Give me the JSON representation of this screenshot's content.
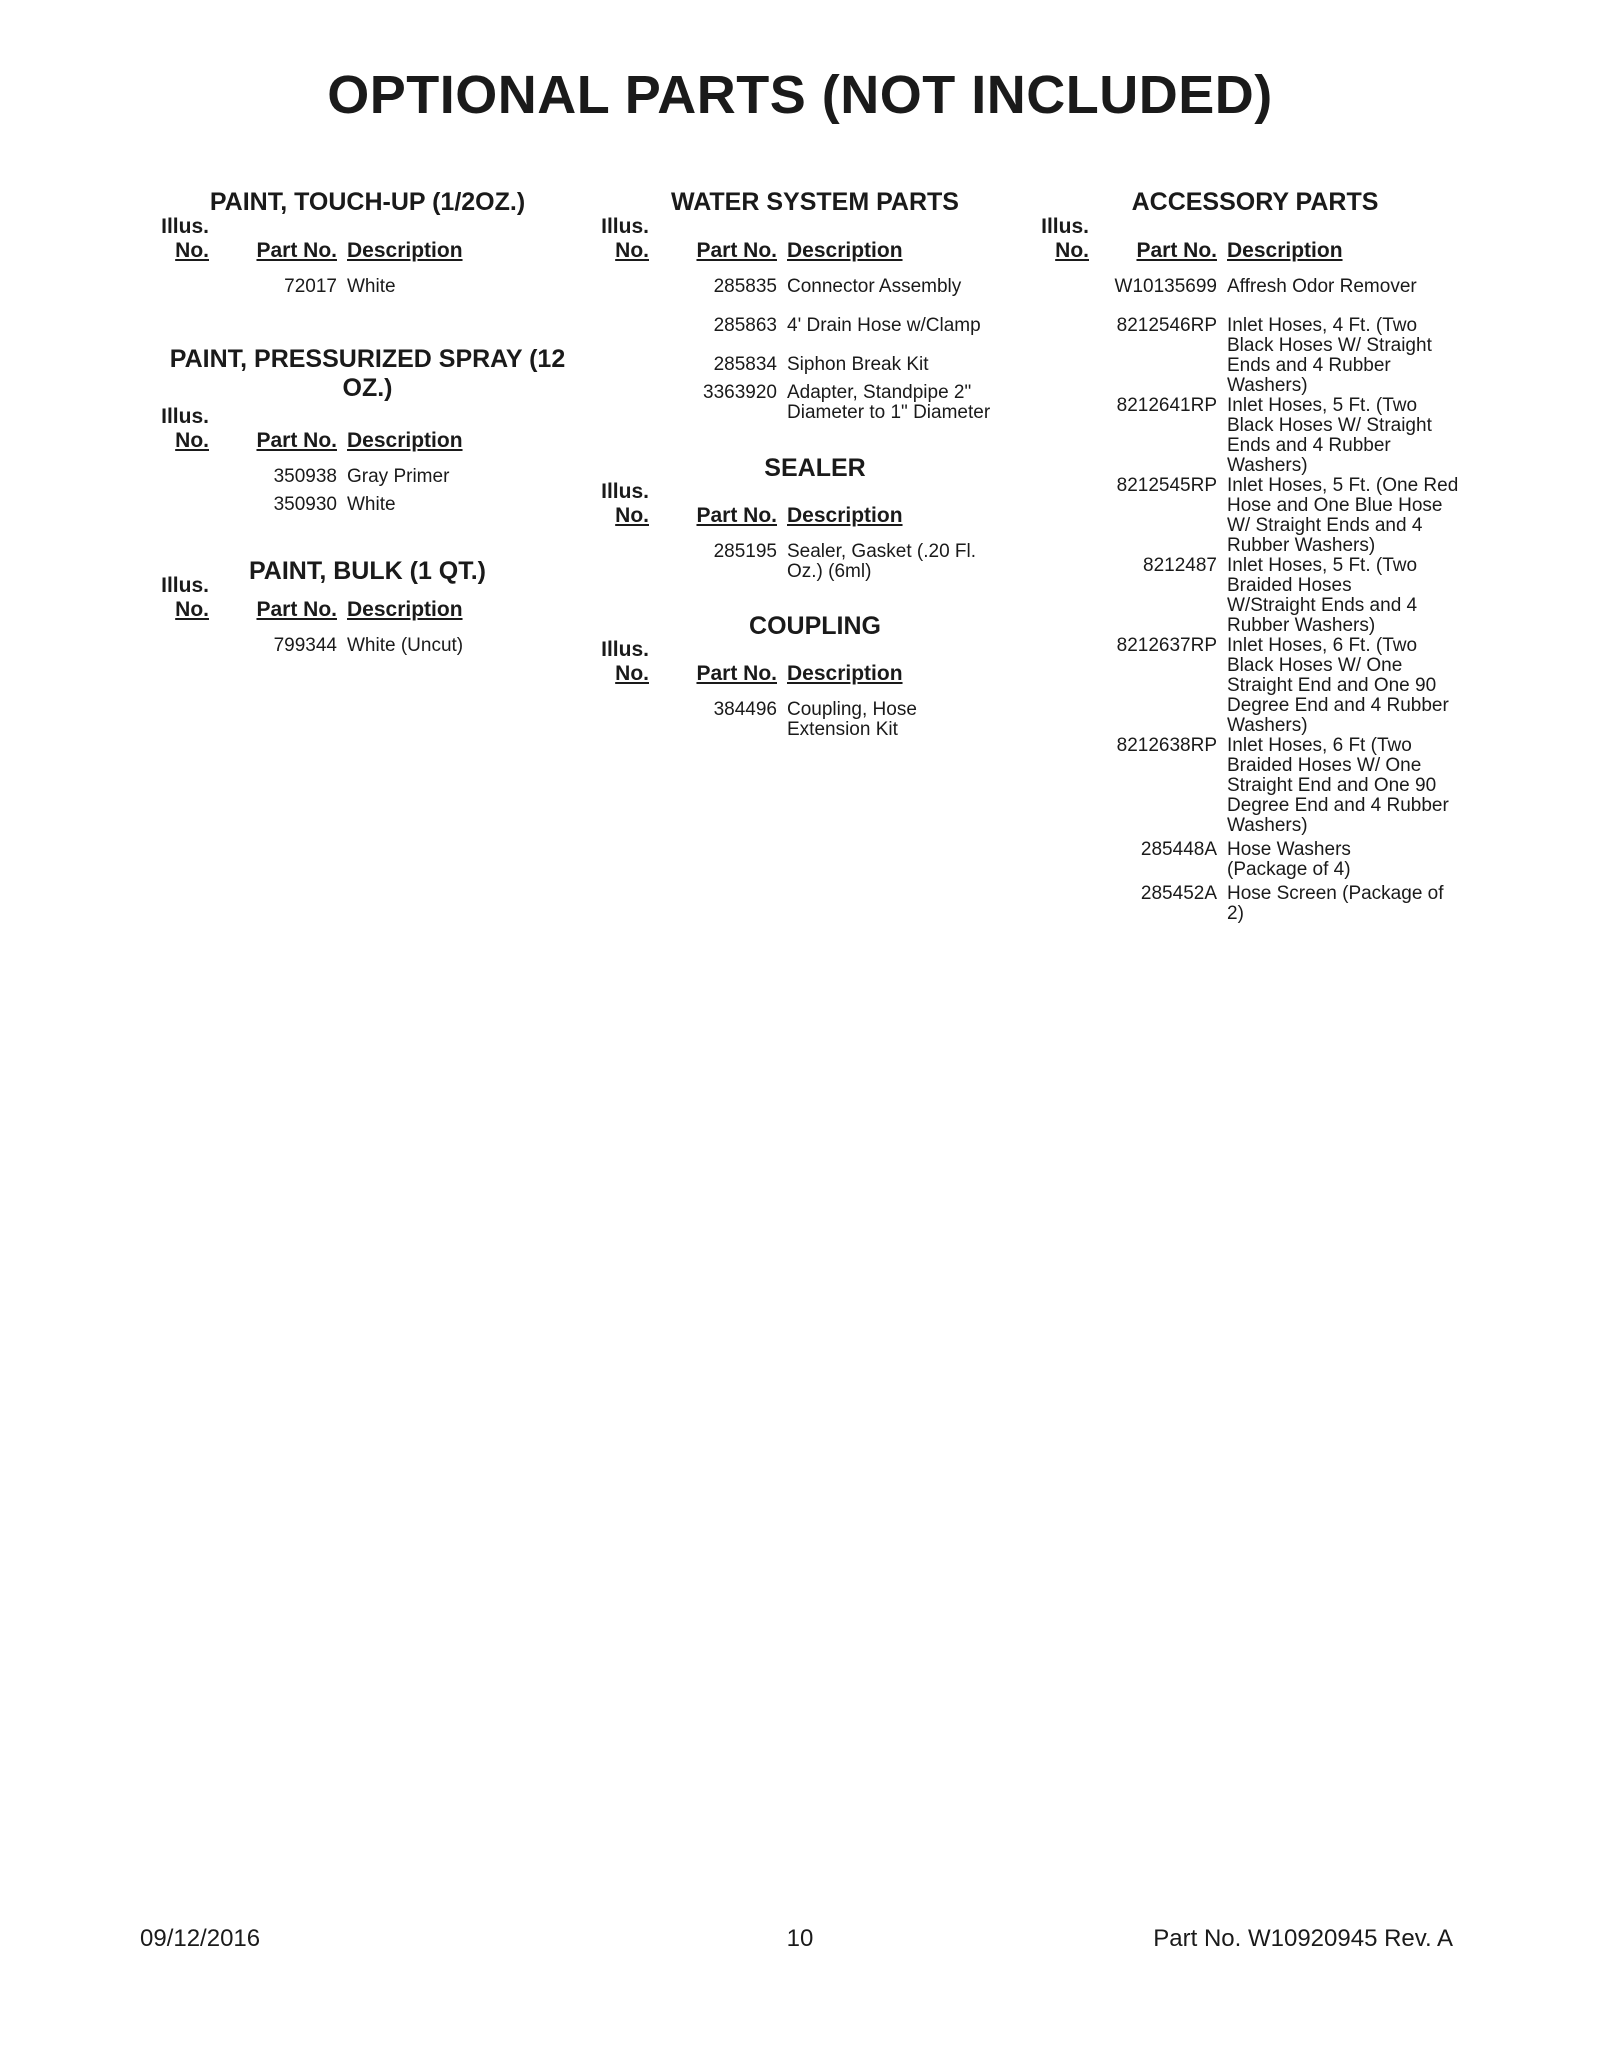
{
  "title": "OPTIONAL PARTS (NOT INCLUDED)",
  "labels": {
    "illus": "Illus.",
    "no": "No.",
    "part_no": "Part No.",
    "description": "Description"
  },
  "sections": {
    "touchup": {
      "title": "PAINT, TOUCH-UP (1/2OZ.)",
      "rows": [
        {
          "part_no": "72017",
          "description": "White"
        }
      ]
    },
    "spray": {
      "title_line1": "PAINT, PRESSURIZED SPRAY (12",
      "title_line2": "OZ.)",
      "rows": [
        {
          "part_no": "350938",
          "description": "Gray Primer"
        },
        {
          "part_no": "350930",
          "description": "White"
        }
      ]
    },
    "bulk": {
      "title": "PAINT, BULK (1 QT.)",
      "rows": [
        {
          "part_no": "799344",
          "description": "White (Uncut)"
        }
      ]
    },
    "water": {
      "title": "WATER SYSTEM PARTS",
      "rows": [
        {
          "part_no": "285835",
          "description": "Connector Assembly"
        },
        {
          "part_no": "285863",
          "description": "4' Drain Hose w/Clamp"
        },
        {
          "part_no": "285834",
          "description": "Siphon Break Kit"
        },
        {
          "part_no": "3363920",
          "description": "Adapter, Standpipe 2\" Diameter to 1\" Diameter"
        }
      ]
    },
    "sealer": {
      "title": "SEALER",
      "rows": [
        {
          "part_no": "285195",
          "description": "Sealer, Gasket (.20 Fl. Oz.) (6ml)"
        }
      ]
    },
    "coupling": {
      "title": "COUPLING",
      "rows": [
        {
          "part_no": "384496",
          "description": "Coupling, Hose Extension Kit"
        }
      ]
    },
    "accessory": {
      "title": "ACCESSORY PARTS",
      "rows": [
        {
          "part_no": "W10135699",
          "description": "Affresh Odor Remover"
        },
        {
          "part_no": "8212546RP",
          "description": "Inlet Hoses, 4 Ft. (Two Black Hoses W/ Straight Ends and 4 Rubber Washers)"
        },
        {
          "part_no": "8212641RP",
          "description": "Inlet Hoses, 5 Ft. (Two Black Hoses W/ Straight Ends and 4 Rubber Washers)"
        },
        {
          "part_no": "8212545RP",
          "description": "Inlet Hoses, 5 Ft. (One Red Hose and One Blue Hose W/ Straight Ends and 4 Rubber Washers)"
        },
        {
          "part_no": "8212487",
          "description": "Inlet Hoses, 5 Ft. (Two Braided Hoses W/Straight Ends and 4 Rubber Washers)"
        },
        {
          "part_no": "8212637RP",
          "description": "Inlet Hoses, 6 Ft. (Two Black Hoses W/ One Straight End and One 90 Degree End and 4 Rubber Washers)"
        },
        {
          "part_no": "8212638RP",
          "description": "Inlet Hoses, 6 Ft (Two Braided Hoses W/ One Straight End and One 90 Degree End and 4 Rubber Washers)"
        },
        {
          "part_no": "285448A",
          "description": "Hose Washers (Package of 4)"
        },
        {
          "part_no": "285452A",
          "description": "Hose Screen (Package of 2)"
        }
      ]
    }
  },
  "footer": {
    "date": "09/12/2016",
    "page": "10",
    "part": "Part No. W10920945 Rev. A"
  }
}
